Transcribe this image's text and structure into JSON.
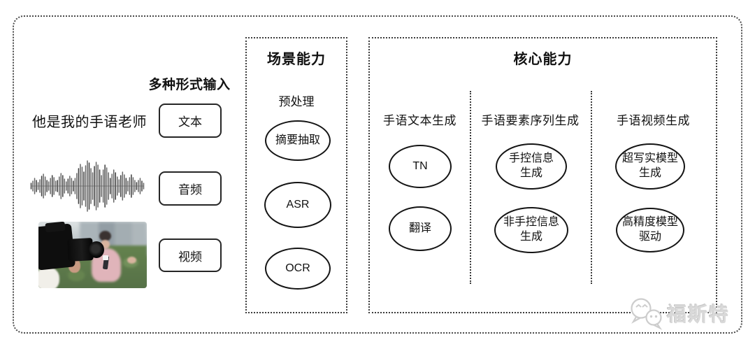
{
  "input_section": {
    "label": "多种形式输入",
    "sample_text": "他是我的手语老师",
    "items": [
      {
        "label": "文本"
      },
      {
        "label": "音频"
      },
      {
        "label": "视频"
      }
    ],
    "waveform_icon": "audio-waveform",
    "photo_icon": "reporter-being-filmed-photo",
    "waveform_amplitudes": [
      8,
      14,
      22,
      16,
      10,
      18,
      28,
      34,
      26,
      16,
      12,
      22,
      30,
      24,
      14,
      16,
      26,
      36,
      30,
      20,
      12,
      20,
      28,
      22,
      14,
      22,
      36,
      50,
      62,
      54,
      40,
      58,
      72,
      66,
      50,
      38,
      56,
      68,
      60,
      46,
      30,
      46,
      60,
      52,
      38,
      22,
      34,
      46,
      38,
      26,
      18,
      30,
      40,
      32,
      22,
      14,
      24,
      32,
      24,
      16,
      10,
      16,
      22,
      14,
      8
    ]
  },
  "scene_box": {
    "title": "场景能力",
    "subtitle": "预处理",
    "nodes": [
      "摘要抽取",
      "ASR",
      "OCR"
    ]
  },
  "core_box": {
    "title": "核心能力",
    "columns": [
      {
        "header": "手语文本生成",
        "nodes": [
          {
            "line1": "TN",
            "line2": ""
          },
          {
            "line1": "翻译",
            "line2": ""
          }
        ]
      },
      {
        "header": "手语要素序列生成",
        "nodes": [
          {
            "line1": "手控信息",
            "line2": "生成"
          },
          {
            "line1": "非手控信息",
            "line2": "生成"
          }
        ]
      },
      {
        "header": "手语视频生成",
        "nodes": [
          {
            "line1": "超写实模型",
            "line2": "生成"
          },
          {
            "line1": "高精度模型",
            "line2": "驱动"
          }
        ]
      }
    ]
  },
  "watermark": {
    "logo": "chat-bubbles-icon",
    "text": "福斯特",
    "color": "#d9d9d9"
  },
  "colors": {
    "line": "#141414",
    "dotted_border": "#4a4a4a",
    "background": "#ffffff"
  }
}
